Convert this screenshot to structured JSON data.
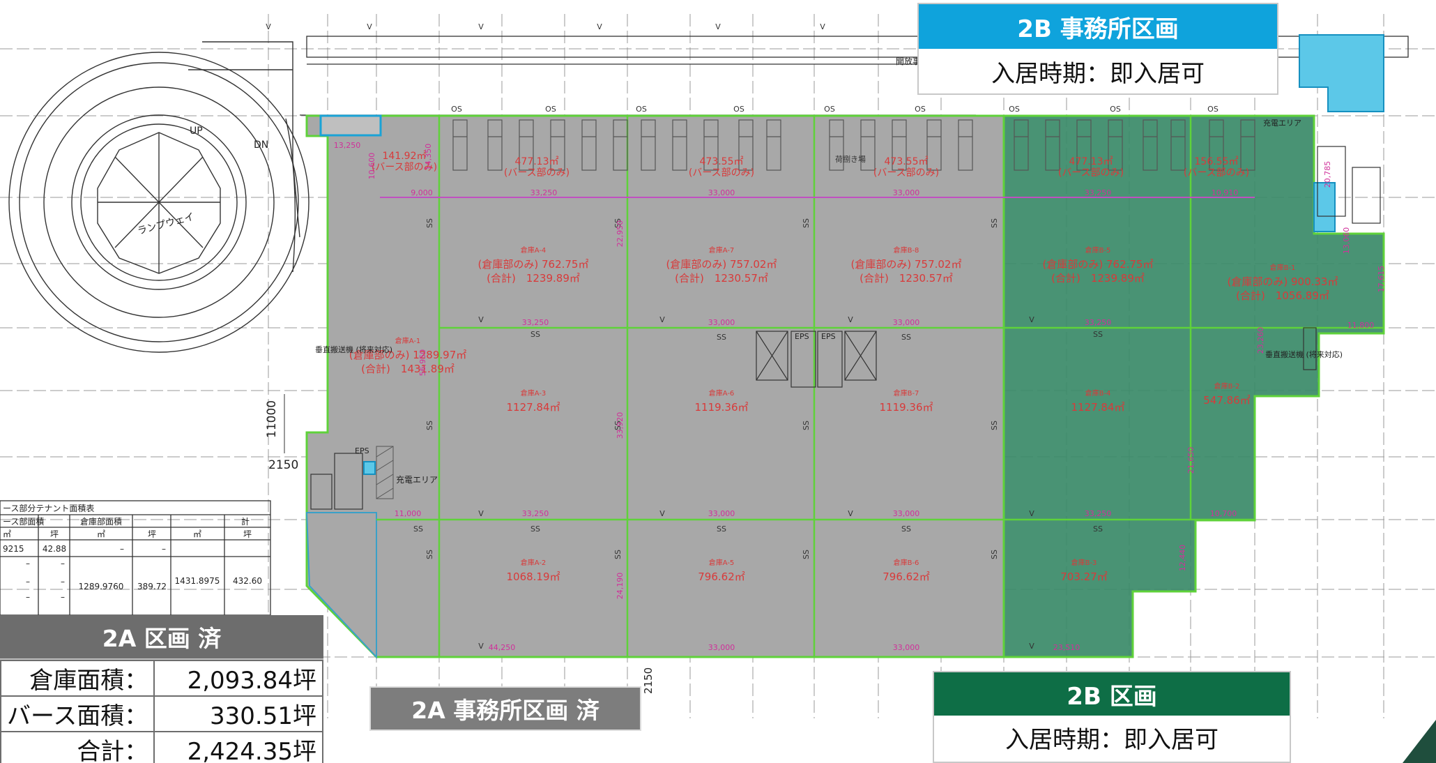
{
  "plan": {
    "ramp_label": "ランプウェイ",
    "up_label": "UP",
    "dn_label": "DN",
    "open_label": "開放事",
    "dim_11000": "11000",
    "dim_2150_left": "2150",
    "dim_2150_bottom": "2150",
    "charge_area_left": "充電エリア",
    "charge_area_right": "充電エリア",
    "vertical_conveyor_left": "垂直搬送機\n(将来対応)",
    "vertical_conveyor_right": "垂直搬送機\n(将来対応)",
    "eps": "EPS",
    "berths": [
      {
        "area": "141.92㎡",
        "note": "(バース部のみ)"
      },
      {
        "area": "477.13㎡",
        "note": "(バース部のみ)"
      },
      {
        "area": "473.55㎡",
        "note": "(バース部のみ)"
      },
      {
        "area": "473.55㎡",
        "note": "(バース部のみ)"
      },
      {
        "area": "477.13㎡",
        "note": "(バース部のみ)"
      },
      {
        "area": "156.55㎡",
        "note": "(バース部のみ)"
      }
    ],
    "berth_extra_label": "荷捌き場",
    "warehouses": [
      {
        "name": "倉庫A-4",
        "l1": "(倉庫部のみ) 762.75㎡",
        "l2": "(合計)　1239.89㎡"
      },
      {
        "name": "倉庫A-7",
        "l1": "(倉庫部のみ) 757.02㎡",
        "l2": "(合計)　1230.57㎡"
      },
      {
        "name": "倉庫B-8",
        "l1": "(倉庫部のみ) 757.02㎡",
        "l2": "(合計)　1230.57㎡"
      },
      {
        "name": "倉庫B-5",
        "l1": "(倉庫部のみ) 762.75㎡",
        "l2": "(合計)　1239.89㎡"
      },
      {
        "name": "倉庫B-1",
        "l1": "(倉庫部のみ) 900.33㎡",
        "l2": "(合計)　1056.89㎡"
      },
      {
        "name": "倉庫A-1",
        "l1": "(倉庫部のみ) 1289.97㎡",
        "l2": "(合計)　1431.89㎡"
      },
      {
        "name": "倉庫A-3",
        "l1": "1127.84㎡",
        "l2": ""
      },
      {
        "name": "倉庫A-6",
        "l1": "1119.36㎡",
        "l2": ""
      },
      {
        "name": "倉庫B-7",
        "l1": "1119.36㎡",
        "l2": ""
      },
      {
        "name": "倉庫B-4",
        "l1": "1127.84㎡",
        "l2": ""
      },
      {
        "name": "倉庫B-2",
        "l1": "547.86㎡",
        "l2": ""
      },
      {
        "name": "倉庫A-2",
        "l1": "1068.19㎡",
        "l2": ""
      },
      {
        "name": "倉庫A-5",
        "l1": "796.62㎡",
        "l2": ""
      },
      {
        "name": "倉庫B-6",
        "l1": "796.62㎡",
        "l2": ""
      },
      {
        "name": "倉庫B-3",
        "l1": "703.27㎡",
        "l2": ""
      }
    ],
    "dims_top": [
      "33,250",
      "33,000",
      "33,000",
      "33,250",
      "10,910",
      "9,000",
      "13,250"
    ],
    "dims_mid1": [
      "33,250",
      "33,000",
      "33,000",
      "33,250",
      "11,800"
    ],
    "dims_mid2": [
      "11,000",
      "33,250",
      "33,000",
      "33,000",
      "33,250",
      "10,700"
    ],
    "dims_bottom": [
      "44,250",
      "33,000",
      "33,000",
      "23,510"
    ],
    "dims_vert": [
      "10,600",
      "14,350",
      "22,950",
      "56,950",
      "33,920",
      "24,190",
      "12,440",
      "21,650",
      "17,615",
      "20,785",
      "13,060",
      "23,260"
    ],
    "ss": "SS",
    "v": "V",
    "os": "OS",
    "table": {
      "title": "ース部分テナント面積表",
      "col_berth": "ース部面積",
      "col_warehouse": "倉庫部面積",
      "col_total": "計",
      "unit_m2": "㎡",
      "unit_tsubo": "坪",
      "r1_m2": "9215",
      "r1_tsubo": "42.88",
      "r1_wm2": "–",
      "r1_wt": "–",
      "dash": "–",
      "w_m2": "1289.9760",
      "w_tsubo": "389.72",
      "t_m2": "1431.8975",
      "t_tsubo": "432.60"
    }
  },
  "panel_2b_office": {
    "title": "2B 事務所区画",
    "move_in": "入居時期：即入居可"
  },
  "panel_2a": {
    "title": "2A 区画 済",
    "rows": [
      {
        "label": "倉庫面積：",
        "value": "2,093.84坪"
      },
      {
        "label": "バース面積：",
        "value": "330.51坪"
      },
      {
        "label": "合計：",
        "value": "2,424.35坪"
      }
    ]
  },
  "panel_2a_office": {
    "title": "2A 事務所区画 済"
  },
  "panel_2b": {
    "title": "2B 区画",
    "move_in": "入居時期：即入居可"
  },
  "colors": {
    "gray_area": "#a9a9a9",
    "green_area": "#3a8a68",
    "cyan_area": "#5cc8e8",
    "green_line": "#5fd23a",
    "magenta_text": "#d0309a",
    "red_text": "#d83a3a",
    "cyan_header": "#0fa3dc",
    "dark_green_header": "#0e6e46"
  }
}
